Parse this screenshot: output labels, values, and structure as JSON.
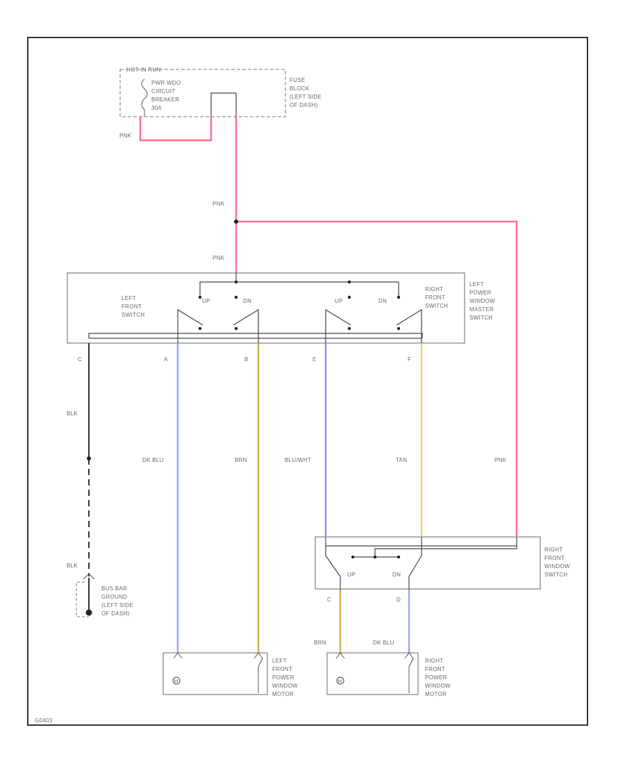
{
  "fuse_block": {
    "hot_label": "HOT IN RUN",
    "breaker_lines": [
      "PWR WDO",
      "CIRCUIT",
      "BREAKER",
      "30A"
    ],
    "block_lines": [
      "FUSE",
      "BLOCK",
      "(LEFT SIDE",
      "OF DASH)"
    ]
  },
  "wires": {
    "pnk_1": "PNK",
    "pnk_2": "PNK",
    "pnk_3": "PNK",
    "pnk_right": "PNK",
    "blk_1": "BLK",
    "blk_2": "BLK",
    "dk_blu_left": "DK BLU",
    "brn_left": "BRN",
    "blu_wht": "BLU/WHT",
    "tan": "TAN",
    "brn_right": "BRN",
    "dk_blu_right": "DK BLU"
  },
  "master_switch": {
    "title_lines": [
      "LEFT",
      "POWER",
      "WINDOW",
      "MASTER",
      "SWITCH"
    ],
    "left_lines": [
      "LEFT",
      "FRONT",
      "SWITCH"
    ],
    "right_lines": [
      "RIGHT",
      "FRONT",
      "SWITCH"
    ],
    "up_1": "UP",
    "dn_1": "DN",
    "up_2": "UP",
    "dn_2": "DN",
    "pins": [
      "C",
      "A",
      "B",
      "E",
      "F"
    ]
  },
  "right_switch": {
    "title_lines": [
      "RIGHT",
      "FRONT",
      "WINDOW",
      "SWITCH"
    ],
    "up": "UP",
    "dn": "DN",
    "pins": [
      "C",
      "D"
    ]
  },
  "ground": {
    "lines": [
      "BUS BAR",
      "GROUND",
      "(LEFT SIDE",
      "OF DASH)"
    ]
  },
  "left_motor": {
    "lines": [
      "LEFT",
      "FRONT",
      "POWER",
      "WINDOW",
      "MOTOR"
    ],
    "symbol": "M"
  },
  "right_motor": {
    "lines": [
      "RIGHT",
      "FRONT",
      "POWER",
      "WINDOW",
      "MOTOR"
    ],
    "symbol": "M"
  },
  "footer": {
    "figure_id": "G0403"
  },
  "colors": {
    "pnk": "#ff6f8d",
    "dk_blu": "#9aa3ff",
    "brn": "#c8b24a",
    "blu_wht": "#8e8dff",
    "tan": "#efd37a",
    "blk": "#333333",
    "frame": "#333333"
  }
}
